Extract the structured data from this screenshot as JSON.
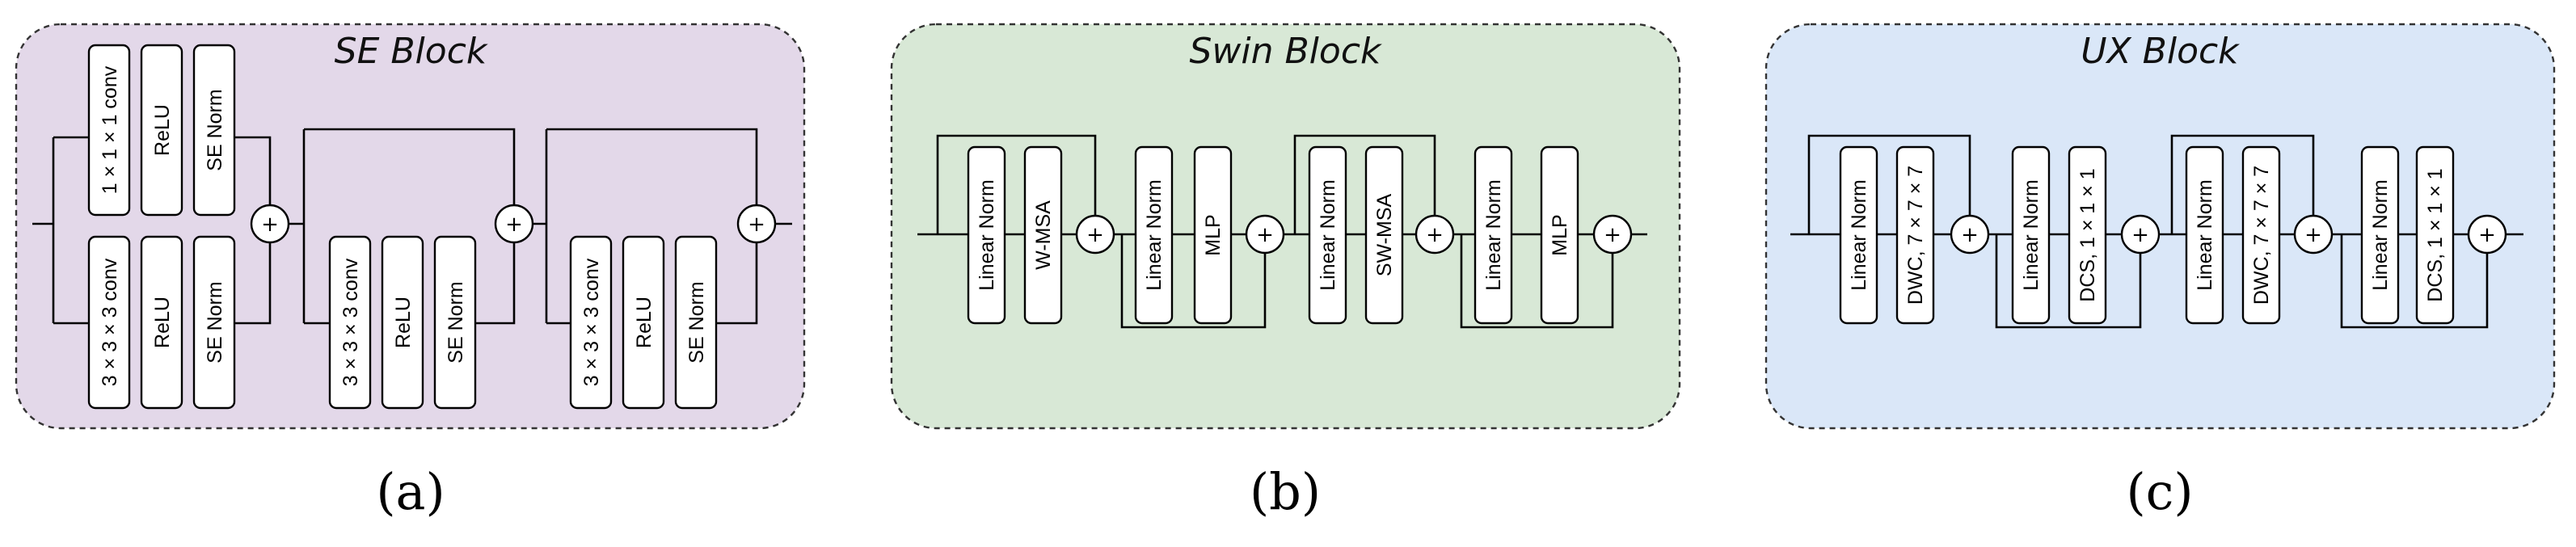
{
  "panels": {
    "a": {
      "title": "SE Block",
      "caption": "(a)",
      "bg": "#e3d8e9",
      "branch_top": [
        "1 × 1 × 1 conv",
        "ReLU",
        "SE Norm"
      ],
      "branch_bottom": [
        "3 × 3 × 3 conv",
        "ReLU",
        "SE Norm"
      ],
      "block2": [
        "3 × 3 × 3 conv",
        "ReLU",
        "SE Norm"
      ],
      "block3": [
        "3 × 3 × 3 conv",
        "ReLU",
        "SE Norm"
      ],
      "plus": "+"
    },
    "b": {
      "title": "Swin Block",
      "caption": "(b)",
      "bg": "#d8e8d6",
      "blocks": [
        "Linear Norm",
        "W-MSA",
        "Linear Norm",
        "MLP",
        "Linear Norm",
        "SW-MSA",
        "Linear Norm",
        "MLP"
      ],
      "plus": "+"
    },
    "c": {
      "title": "UX Block",
      "caption": "(c)",
      "bg": "#dae7f8",
      "blocks": [
        "Linear Norm",
        "DWC, 7 × 7 × 7",
        "Linear Norm",
        "DCS, 1 × 1 × 1",
        "Linear Norm",
        "DWC, 7 × 7 × 7",
        "Linear Norm",
        "DCS, 1 × 1 × 1"
      ],
      "plus": "+"
    }
  }
}
